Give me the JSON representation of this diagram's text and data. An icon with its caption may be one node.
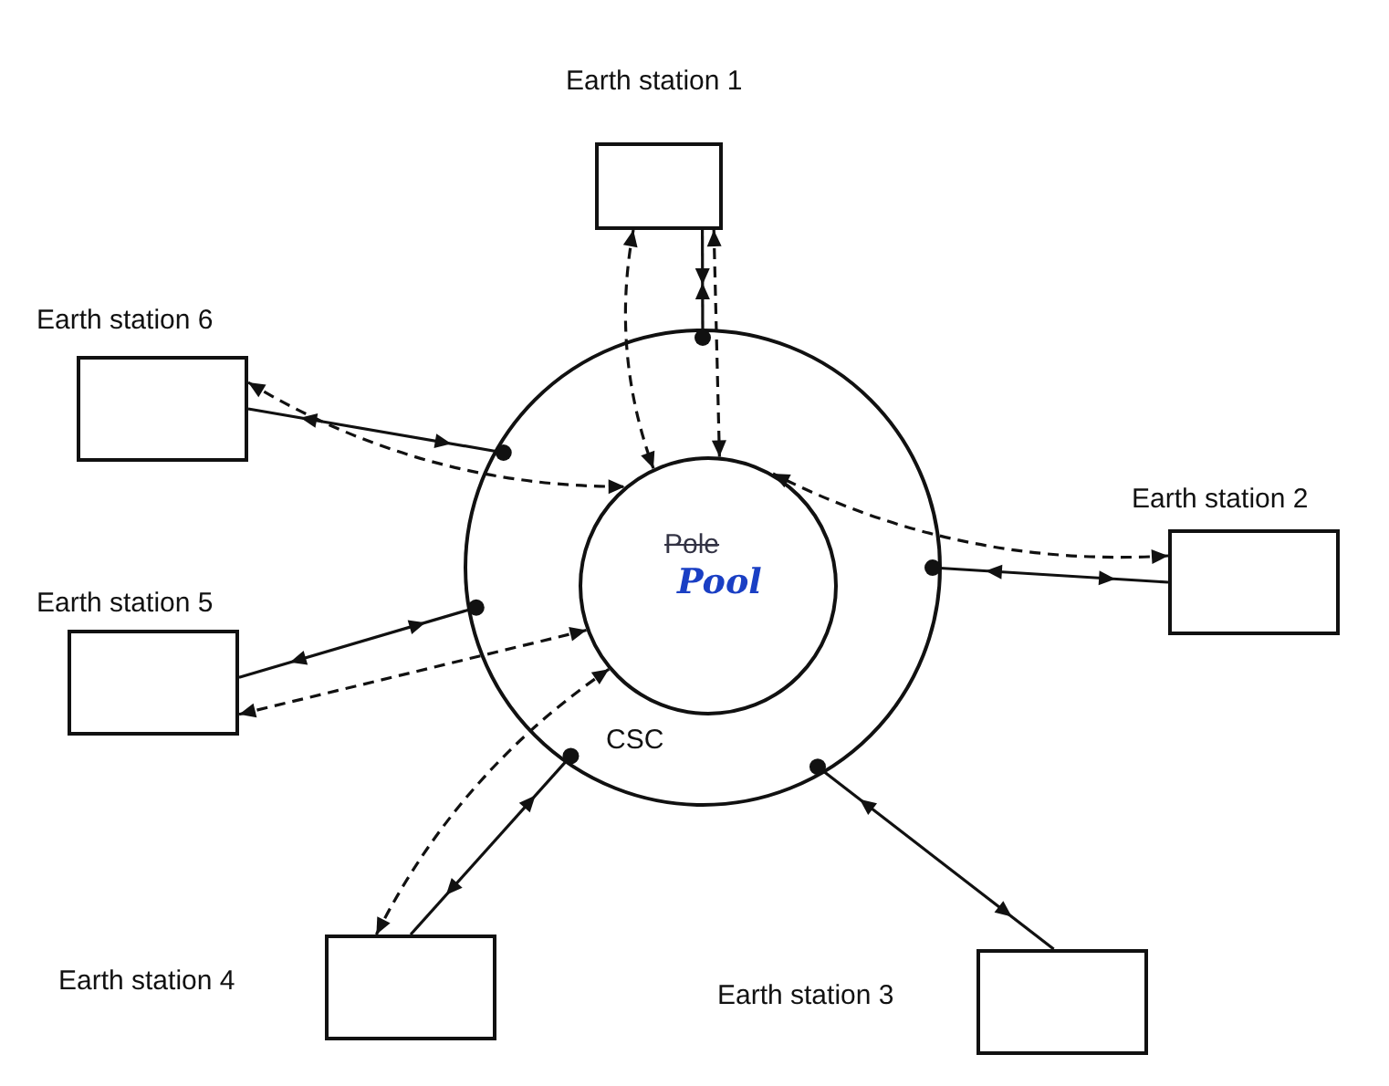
{
  "diagram": {
    "nodes": [
      {
        "text": [
          "Earth station 1"
        ]
      },
      {
        "text": [
          "Earth station 6"
        ]
      },
      {
        "text": [
          "Earth station 2"
        ]
      },
      {
        "text": [
          "Earth station 5"
        ]
      },
      {
        "text": [
          "CSC"
        ]
      },
      {
        "text": [
          "Pole",
          "Pool"
        ],
        "in": 4
      },
      {
        "text": [
          "Earth station 4"
        ]
      },
      {
        "text": [
          "Earth station 3"
        ]
      }
    ],
    "edges": [
      {
        "from": 0,
        "to": 4,
        "arrow": "both"
      },
      {
        "from": 0,
        "to": 5,
        "arrow": "both",
        "style": "dashed"
      },
      {
        "from": 0,
        "to": 5,
        "arrow": "both",
        "style": "dashed"
      },
      {
        "from": 1,
        "to": 4,
        "arrow": "both"
      },
      {
        "from": 1,
        "to": 5,
        "arrow": "both",
        "style": "dashed"
      },
      {
        "from": 2,
        "to": 5,
        "arrow": "both",
        "style": "dashed"
      },
      {
        "from": 2,
        "to": 4,
        "arrow": "both"
      },
      {
        "from": 3,
        "to": 4,
        "arrow": "both"
      },
      {
        "from": 3,
        "to": 5,
        "arrow": "both",
        "style": "dashed"
      },
      {
        "from": 6,
        "to": 4,
        "arrow": "both"
      },
      {
        "from": 6,
        "to": 5,
        "arrow": "both",
        "style": "dashed"
      },
      {
        "from": 7,
        "to": 4,
        "arrow": "both"
      }
    ]
  }
}
